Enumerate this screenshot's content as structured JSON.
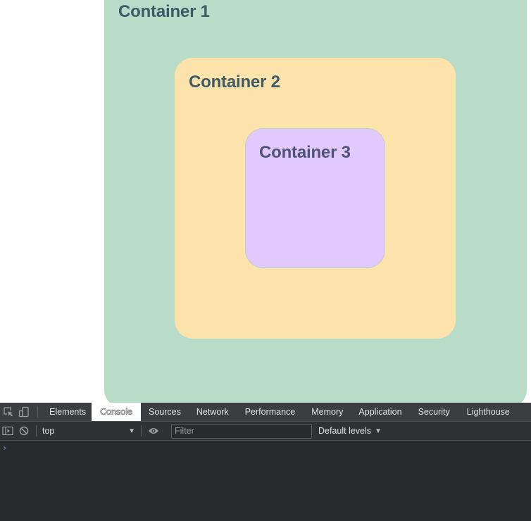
{
  "page": {
    "containers": [
      {
        "title": "Container 1",
        "color": "#b9dcc9"
      },
      {
        "title": "Container 2",
        "color": "#fce3ac"
      },
      {
        "title": "Container 3",
        "color": "#e1c9fe"
      }
    ]
  },
  "devtools": {
    "tabs": [
      "Elements",
      "Console",
      "Sources",
      "Network",
      "Performance",
      "Memory",
      "Application",
      "Security",
      "Lighthouse"
    ],
    "active_tab": "Console",
    "toolbar": {
      "context": "top",
      "filter_placeholder": "Filter",
      "levels": "Default levels"
    },
    "console": {
      "prompt": "›"
    },
    "icons": [
      "inspect-element-icon",
      "device-toolbar-icon",
      "sidebar-toggle-icon",
      "clear-console-icon",
      "eye-icon"
    ]
  }
}
